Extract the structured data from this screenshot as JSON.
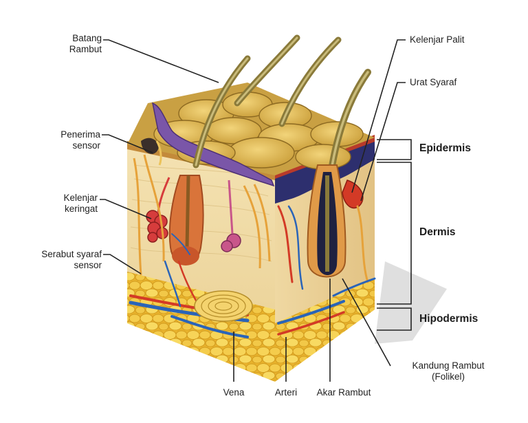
{
  "labels": {
    "batang_rambut": [
      "Batang",
      "Rambut"
    ],
    "penerima_sensor": [
      "Penerima",
      "sensor"
    ],
    "kelenjar_keringat": [
      "Kelenjar",
      "keringat"
    ],
    "serabut_syaraf_sensor": [
      "Serabut syaraf",
      "sensor"
    ],
    "vena": "Vena",
    "arteri": "Arteri",
    "akar_rambut": "Akar Rambut",
    "kelenjar_palit": "Kelenjar Palit",
    "urat_syaraf": "Urat Syaraf",
    "kandung_rambut": [
      "Kandung Rambut",
      "(Folikel)"
    ]
  },
  "layers": {
    "epidermis": "Epidermis",
    "dermis": "Dermis",
    "hipodermis": "Hipodermis"
  },
  "colors": {
    "fat_yellow": "#f3c640",
    "dermis_beige": "#f1dca8",
    "epidermis_tan": "#d9b14e",
    "vein_blue": "#2a64b8",
    "artery_red": "#d33a26",
    "hair_olive": "#8a7a3a",
    "nerve_orange": "#e6a23a",
    "sebaceous_purple": "#6b3f93"
  }
}
